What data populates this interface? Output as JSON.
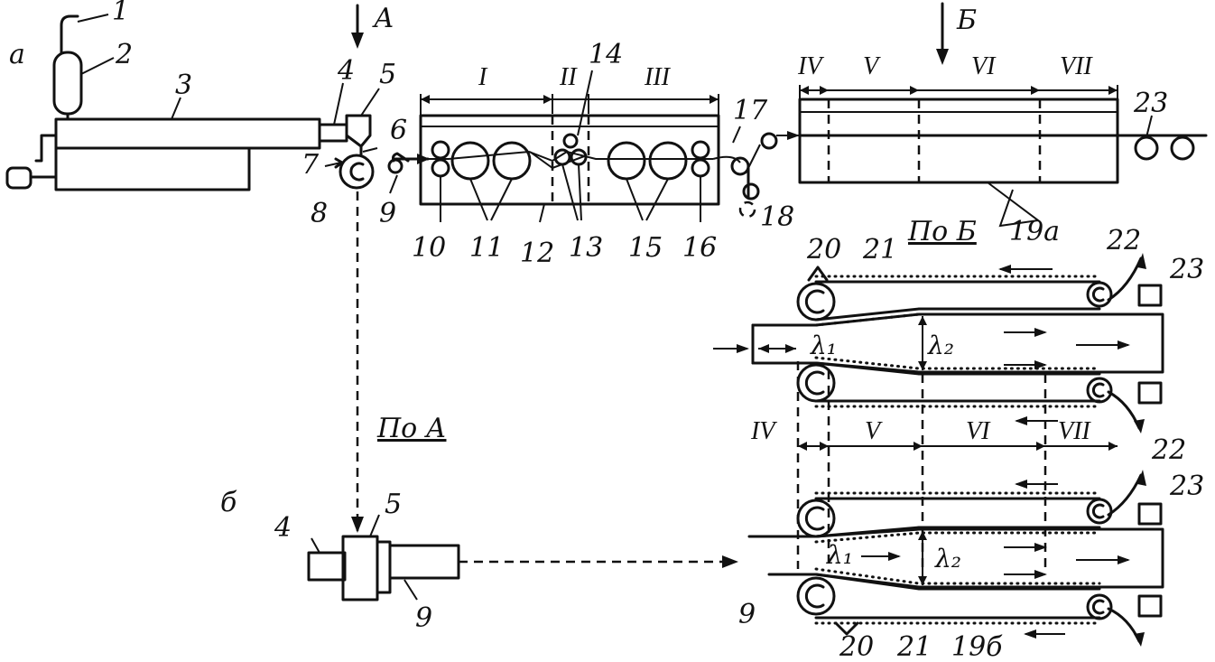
{
  "labels": {
    "a": "а",
    "b": "б",
    "arrow_A": "А",
    "arrow_B": "Б",
    "view_A": "По А",
    "view_B": "По Б"
  },
  "numbers": {
    "n1": "1",
    "n2": "2",
    "n3": "3",
    "n4": "4",
    "n5": "5",
    "n6": "6",
    "n7": "7",
    "n8": "8",
    "n9": "9",
    "n10": "10",
    "n11": "11",
    "n12": "12",
    "n13": "13",
    "n14": "14",
    "n15": "15",
    "n16": "16",
    "n17": "17",
    "n18": "18",
    "n19a": "19а",
    "n19b": "19б",
    "n20": "20",
    "n21": "21",
    "n22": "22",
    "n23": "23"
  },
  "zones": {
    "I": "I",
    "II": "II",
    "III": "III",
    "IV": "IV",
    "V": "V",
    "VI": "VI",
    "VII": "VII"
  },
  "symbols": {
    "lambda1": "λ₁",
    "lambda2": "λ₂"
  }
}
